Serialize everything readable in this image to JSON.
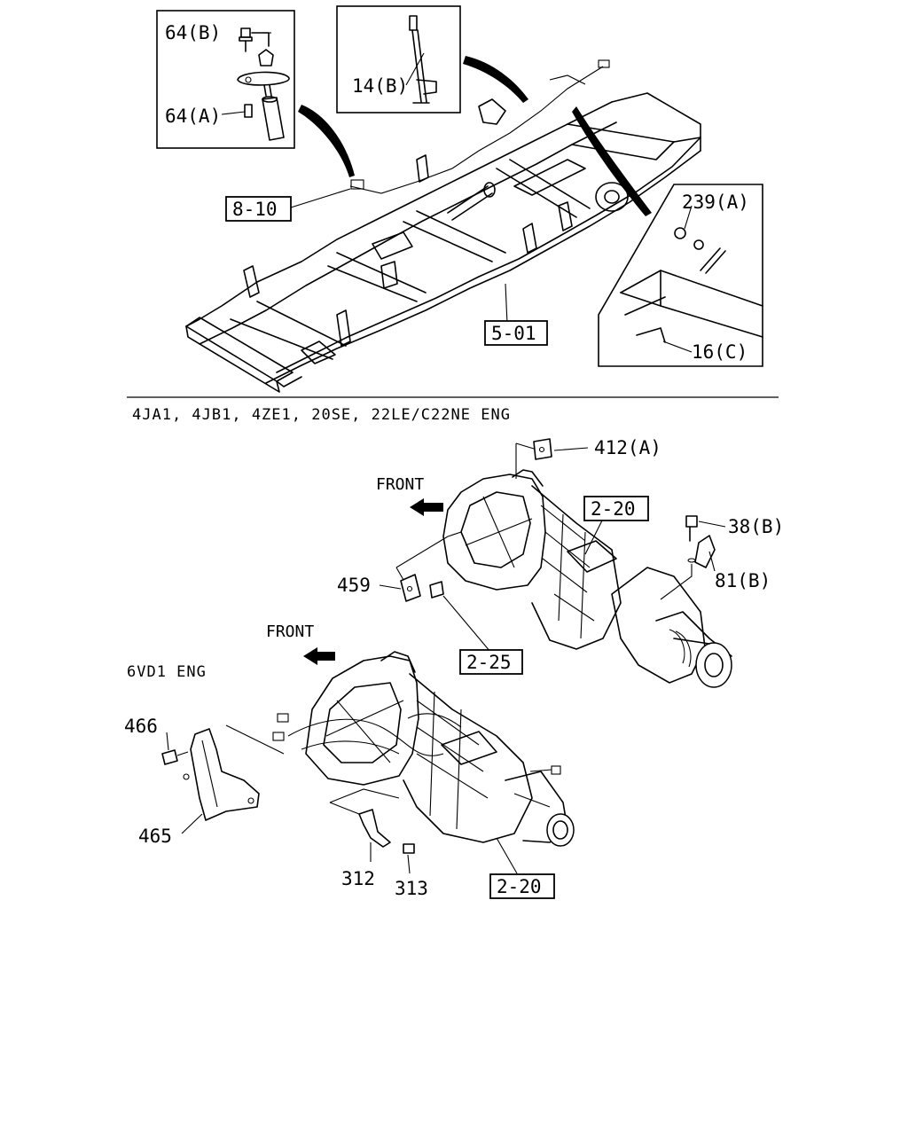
{
  "sections": {
    "variant_a_heading": "4JA1, 4JB1, 4ZE1, 20SE, 22LE/C22NE ENG",
    "variant_b_heading": "6VD1 ENG"
  },
  "direction_labels": {
    "front_a": "FRONT",
    "front_b": "FRONT"
  },
  "callouts": {
    "p64b": "64(B)",
    "p64a": "64(A)",
    "p14b": "14(B)",
    "p239a": "239(A)",
    "p16c": "16(C)",
    "p412a": "412(A)",
    "p38b": "38(B)",
    "p81b": "81(B)",
    "p459": "459",
    "p466": "466",
    "p465": "465",
    "p312": "312",
    "p313": "313"
  },
  "reference_boxes": {
    "r810": "8-10",
    "r501": "5-01",
    "r220a": "2-20",
    "r225": "2-25",
    "r220b": "2-20"
  }
}
